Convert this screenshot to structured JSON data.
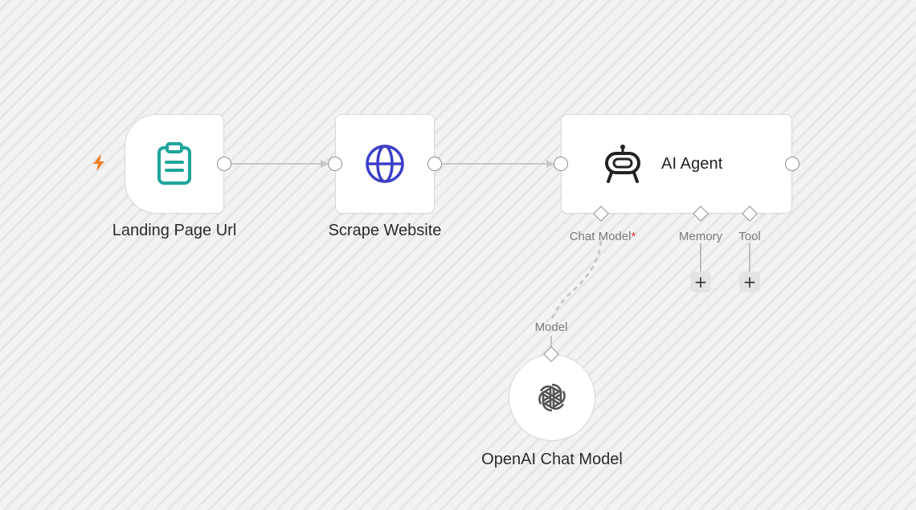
{
  "workflow": {
    "nodes": {
      "trigger": {
        "label": "Landing Page Url",
        "icon": "clipboard-icon"
      },
      "scrape": {
        "label": "Scrape Website",
        "icon": "globe-icon"
      },
      "agent": {
        "label": "AI Agent",
        "icon": "robot-icon"
      },
      "openai": {
        "label": "OpenAI Chat Model",
        "icon": "openai-icon"
      }
    },
    "agent_inputs": {
      "chat_model": "Chat Model",
      "required_marker": "*",
      "memory": "Memory",
      "tool": "Tool"
    },
    "openai_output": {
      "label": "Model"
    },
    "add_buttons": {
      "memory": "+",
      "tool": "+"
    }
  },
  "colors": {
    "trigger_icon": "#1fa59a",
    "globe_icon": "#3b3fc8",
    "bolt": "#f07f2a",
    "required": "#e0363d",
    "connector": "#c4c4c4"
  }
}
